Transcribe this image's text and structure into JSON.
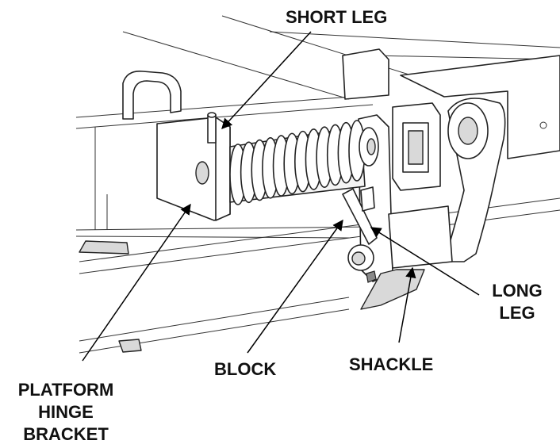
{
  "labels": {
    "short_leg": "SHORT LEG",
    "long_leg_line1": "LONG",
    "long_leg_line2": "LEG",
    "shackle": "SHACKLE",
    "block": "BLOCK",
    "platform_line1": "PLATFORM",
    "platform_line2": "HINGE",
    "platform_line3": "BRACKET"
  },
  "colors": {
    "line": "#222222",
    "part_fill": "#ffffff",
    "shade": "#d9d9d9",
    "text": "#111111"
  }
}
